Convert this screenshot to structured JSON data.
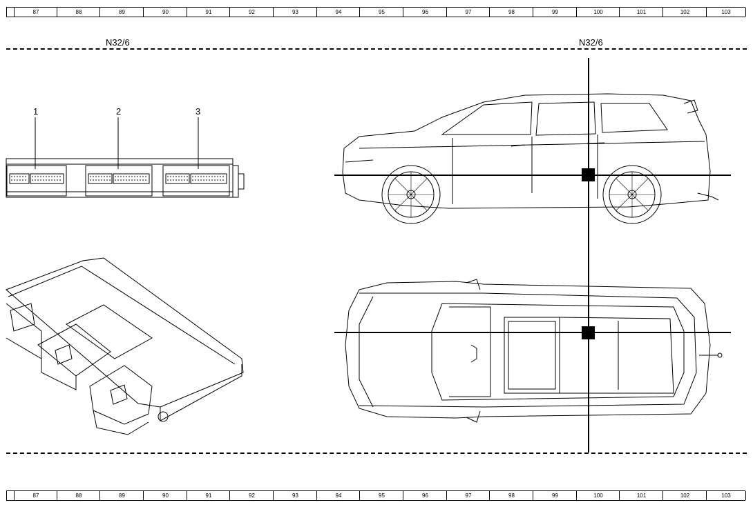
{
  "ruler": {
    "columns": [
      "87",
      "88",
      "89",
      "90",
      "91",
      "92",
      "93",
      "94",
      "95",
      "96",
      "97",
      "98",
      "99",
      "100",
      "101",
      "102",
      "103"
    ]
  },
  "labels": {
    "left_component": "N32/6",
    "right_location": "N32/6",
    "connector_1": "1",
    "connector_2": "2",
    "connector_3": "3"
  },
  "style": {
    "line_color": "#000000",
    "marker_color": "#000000",
    "background": "#ffffff"
  }
}
